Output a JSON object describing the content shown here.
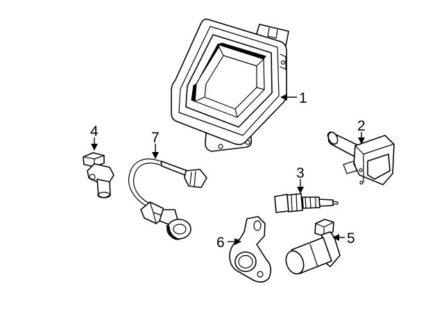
{
  "callouts": {
    "ecm": "1",
    "coil": "2",
    "temp_sensor": "3",
    "cam_sensor": "4",
    "crank_sensor": "5",
    "position_sensor": "6",
    "knock_sensor": "7"
  }
}
